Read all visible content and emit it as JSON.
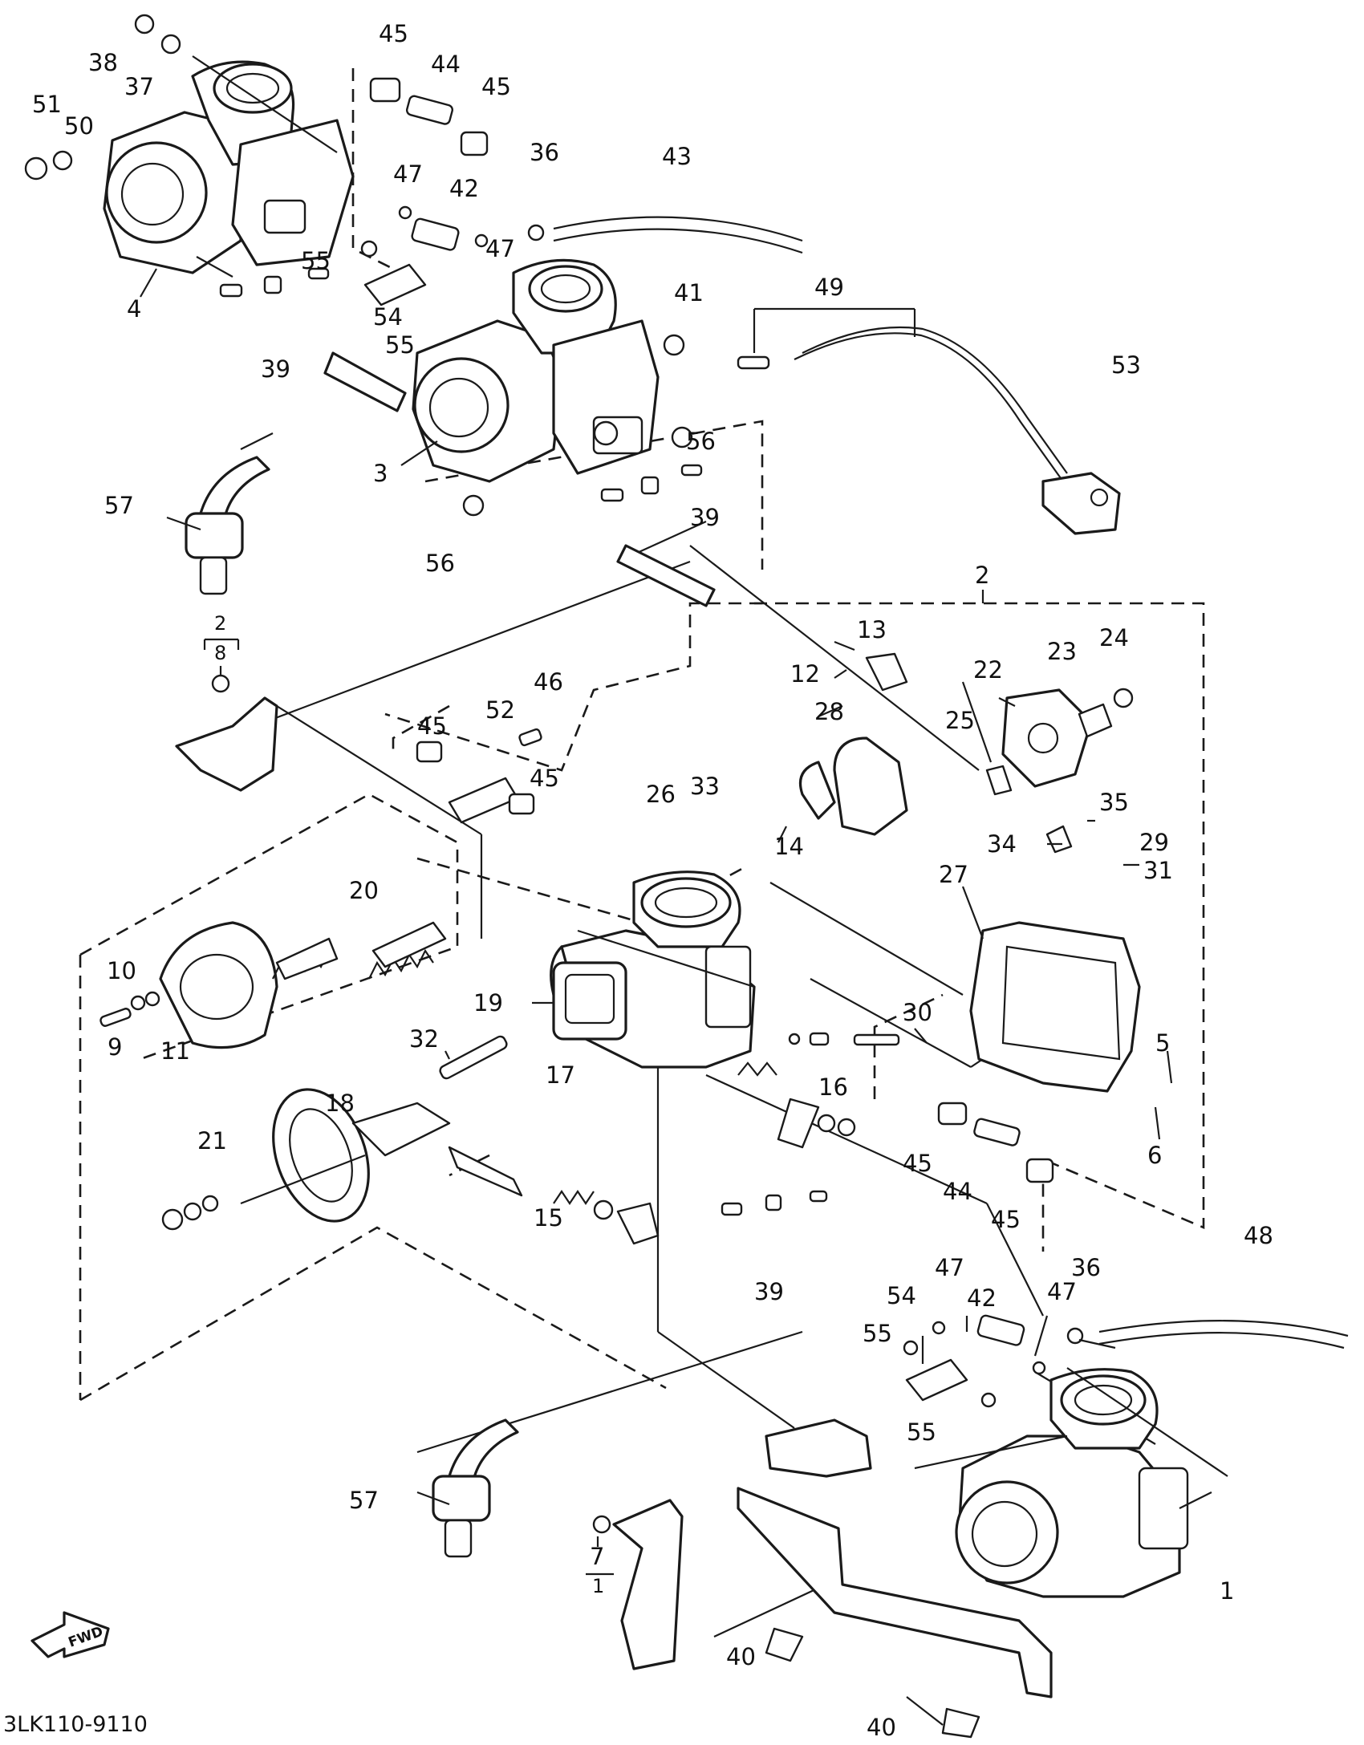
{
  "drawing_code": "3LK110-9110",
  "fwd_label": "FWD",
  "callouts": {
    "c1": "1",
    "c2a": "2",
    "c2b": "2",
    "c3": "3",
    "c4": "4",
    "c5": "5",
    "c6": "6",
    "c7": "7",
    "c7i": "1",
    "c8": "8",
    "c9": "9",
    "c10": "10",
    "c11": "11",
    "c12": "12",
    "c13": "13",
    "c14": "14",
    "c15": "15",
    "c16": "16",
    "c17": "17",
    "c18": "18",
    "c19": "19",
    "c20": "20",
    "c21": "21",
    "c22": "22",
    "c23": "23",
    "c24": "24",
    "c25": "25",
    "c26": "26",
    "c27": "27",
    "c28": "28",
    "c29": "29",
    "c30": "30",
    "c31": "31",
    "c32": "32",
    "c33": "33",
    "c34": "34",
    "c35": "35",
    "c36a": "36",
    "c36b": "36",
    "c37": "37",
    "c38": "38",
    "c39a": "39",
    "c39b": "39",
    "c39c": "39",
    "c40a": "40",
    "c40b": "40",
    "c41": "41",
    "c42a": "42",
    "c42b": "42",
    "c43": "43",
    "c44a": "44",
    "c44b": "44",
    "c45a": "45",
    "c45b": "45",
    "c45c": "45",
    "c45d": "45",
    "c45e": "45",
    "c45f": "45",
    "c46": "46",
    "c47a": "47",
    "c47b": "47",
    "c47c": "47",
    "c47d": "47",
    "c48": "48",
    "c49": "49",
    "c50": "50",
    "c51": "51",
    "c52": "52",
    "c53": "53",
    "c54a": "54",
    "c54b": "54",
    "c55a": "55",
    "c55b": "55",
    "c55c": "55",
    "c55d": "55",
    "c56a": "56",
    "c56b": "56",
    "c57a": "57",
    "c57b": "57"
  }
}
